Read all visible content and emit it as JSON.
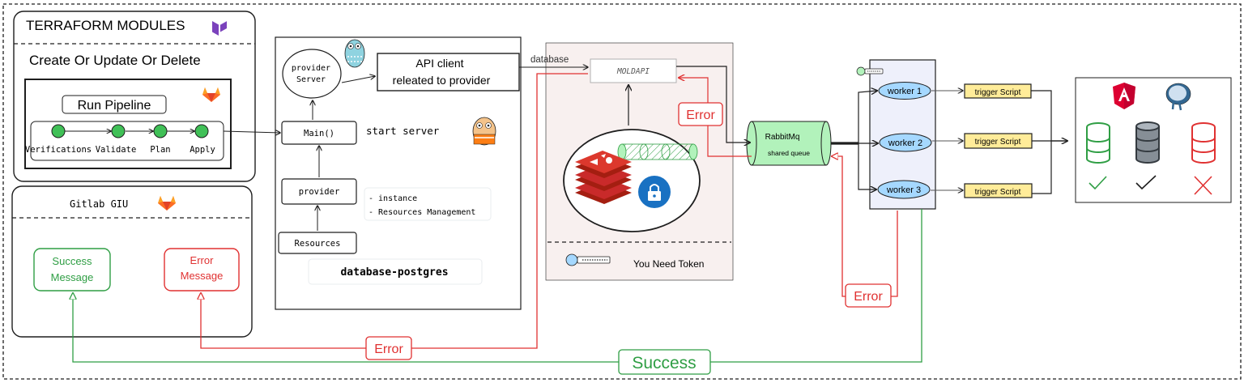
{
  "terraform": {
    "title": "TERRAFORM MODULES",
    "subtitle": "Create Or Update Or Delete",
    "pipeline_title": "Run Pipeline",
    "stages": [
      "Verifications",
      "Validate",
      "Plan",
      "Apply"
    ]
  },
  "gitlab": {
    "title": "Gitlab GIU",
    "success_line1": "Success",
    "success_line2": "Message",
    "error_line1": "Error",
    "error_line2": "Message"
  },
  "provider": {
    "server_line1": "provider",
    "server_line2": "Server",
    "api_line1": "API   client",
    "api_line2": "releated to provider",
    "main_label": "Main()",
    "start_server": "start server",
    "provider_label": "provider",
    "notes_line1": "- instance",
    "notes_line2": "- Resources Management",
    "resources_label": "Resources",
    "footer": "database-postgres"
  },
  "moldapi": {
    "edge_label": "database",
    "title": "MOLDAPI",
    "error_label": "Error",
    "token_text": "You Need Token"
  },
  "rabbitmq": {
    "title": "RabbitMq",
    "subtitle": "shared queue"
  },
  "workers": {
    "items": [
      "worker 1",
      "worker 2",
      "worker 3"
    ],
    "trigger_label": "trigger Script"
  },
  "flow": {
    "error_bottom": "Error",
    "error_workers": "Error",
    "success": "Success"
  },
  "colors": {
    "green": "#2f9e44",
    "red": "#e03131",
    "yellow": "#ffec99",
    "queue": "#b2f2bb",
    "redis": "#c92a2a",
    "lock": "#1971c2",
    "angular": "#dd0031",
    "postgres": "#336791"
  },
  "icons": [
    "terraform-icon",
    "gitlab-icon",
    "go-gopher-icon",
    "redis-icon",
    "lock-icon",
    "key-icon",
    "angular-icon",
    "postgres-icon",
    "database-icon",
    "check-icon",
    "cross-icon"
  ]
}
